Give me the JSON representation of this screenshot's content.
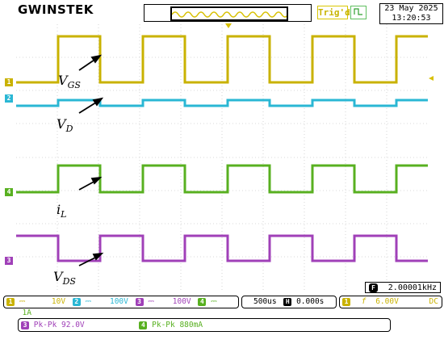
{
  "brand": "GWINSTEK",
  "trigger_status": "Trig'd",
  "date": "23 May 2025",
  "time": "13:20:53",
  "frequency": "2.00001kHz",
  "channels": [
    {
      "id": "1",
      "scale": "10V",
      "color": "#c9b200",
      "label": "V",
      "sub": "GS"
    },
    {
      "id": "2",
      "scale": "100V",
      "color": "#2ab7d4",
      "label": "V",
      "sub": "D"
    },
    {
      "id": "3",
      "scale": "100V",
      "color": "#a040b8",
      "label": "V",
      "sub": "DS"
    },
    {
      "id": "4",
      "scale": "1A",
      "color": "#58b020",
      "label": "i",
      "sub": "L"
    }
  ],
  "timebase": "500us",
  "h_position": "0.000s",
  "trigger": {
    "source": "1",
    "slope": "f",
    "level": "6.00V",
    "coupling": "DC"
  },
  "measurements": [
    {
      "ch": "3",
      "text": "Pk-Pk 92.0V",
      "color": "#a040b8"
    },
    {
      "ch": "4",
      "text": "Pk-Pk 880mA",
      "color": "#58b020"
    }
  ]
}
